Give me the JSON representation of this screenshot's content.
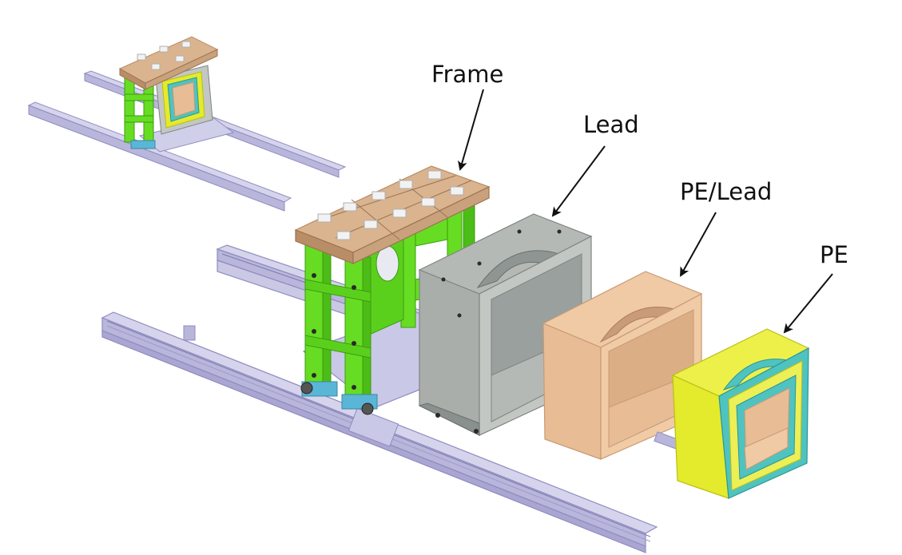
{
  "labels": {
    "frame": "Frame",
    "lead": "Lead",
    "pe_lead": "PE/Lead",
    "pe": "PE"
  },
  "colors": {
    "rail": "#b9b6dc",
    "rail_dark": "#8f8cbf",
    "platform": "#c9c8e6",
    "frame_green": "#66dd22",
    "frame_green_dark": "#3c9c12",
    "frame_wood": "#d9b48f",
    "frame_wood_dark": "#b98d66",
    "pad_white": "#f2f2f2",
    "lead_gray": "#a9aeab",
    "lead_gray_dark": "#7f8582",
    "lead_gray_light": "#c3c7c4",
    "pe_lead_tan": "#e8bc95",
    "pe_lead_tan_dark": "#c79a74",
    "pe_yellow": "#e4ea2c",
    "pe_yellow_dark": "#b9bf14",
    "pe_cyan": "#4fc3c0",
    "accent_blue": "#5ab6d6",
    "arrow": "#111111"
  }
}
